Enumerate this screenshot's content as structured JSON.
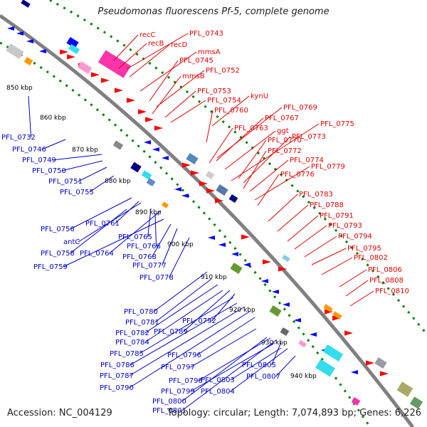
{
  "title": "Pseudomonas fluorescens Pf-5, complete genome",
  "footer": {
    "accession": "Accession: NC_004129",
    "topology": "Topology: circular; Length: 7,074,893 bp; Genes: 6,226"
  },
  "colors": {
    "backbone": "#808080",
    "forward_label": "#e00000",
    "reverse_label": "#0000c8",
    "forward_gene": "#ff0000",
    "reverse_gene": "#0000ff",
    "gc_dots": "#008000",
    "accent_magenta": "#ff33aa",
    "accent_cyan": "#33ddee",
    "accent_orange": "#ff9900"
  },
  "scale_labels": [
    "850 kbp",
    "860 kbp",
    "870 kbp",
    "880 kbp",
    "890 kbp",
    "900 kbp",
    "910 kbp",
    "920 kbp",
    "930 kbp",
    "940 kbp"
  ],
  "forward_genes": [
    "recC",
    "PFL_0743",
    "recB",
    "recD",
    "mmsA",
    "PFL_0745",
    "PFL_0752",
    "mmsB",
    "PFL_0753",
    "kynU",
    "PFL_0754",
    "PFL_0760",
    "PFL_0769",
    "PFL_0767",
    "PFL_0763",
    "ggt",
    "PFL_0775",
    "PFL_0770",
    "PFL_0773",
    "PFL_0772",
    "PFL_0774",
    "PFL_0779",
    "PFL_0776",
    "PFL_0783",
    "PFL_0788",
    "PFL_0791",
    "PFL_0793",
    "PFL_0794",
    "PFL_0795",
    "PFL_0802",
    "PFL_0806",
    "PFL_0808",
    "PFL_0810"
  ],
  "reverse_genes": [
    "PFL_0732",
    "PFL_0746",
    "PFL_0749",
    "PFL_0750",
    "PFL_0751",
    "PFL_0755",
    "PFL_0756",
    "PFL_0761",
    "antC",
    "PFL_0765",
    "PFL_0758",
    "PFL_0764",
    "PFL_0766",
    "PFL_0759",
    "PFL_0768",
    "PFL_0777",
    "PFL_0778",
    "PFL_0780",
    "PFL_0781",
    "PFL_0792",
    "PFL_0782",
    "PFL_0789",
    "PFL_0784",
    "PFL_0785",
    "PFL_0796",
    "PFL_0786",
    "PFL_0797",
    "PFL_0787",
    "PFL_0798",
    "PFL_0805",
    "PFL_0790",
    "PFL_0799",
    "PFL_0803",
    "PFL_0807",
    "PFL_0804",
    "PFL_0800",
    "PFL_0801"
  ]
}
